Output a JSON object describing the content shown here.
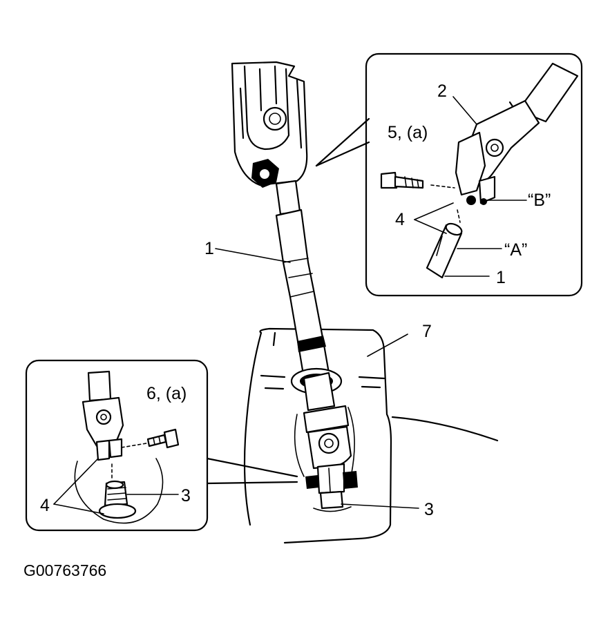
{
  "figure_id": "G00763766",
  "labels": {
    "shaft_main": "1",
    "shaft_inset": "1",
    "joint_inset": "2",
    "pinion_main": "3",
    "pinion_inset": "3",
    "marks_inset_top": "4",
    "marks_inset_bottom": "4",
    "bolt_upper": "5, (a)",
    "bolt_lower": "6, (a)",
    "panel": "7",
    "mark_a": "“A”",
    "mark_b": "“B”"
  }
}
